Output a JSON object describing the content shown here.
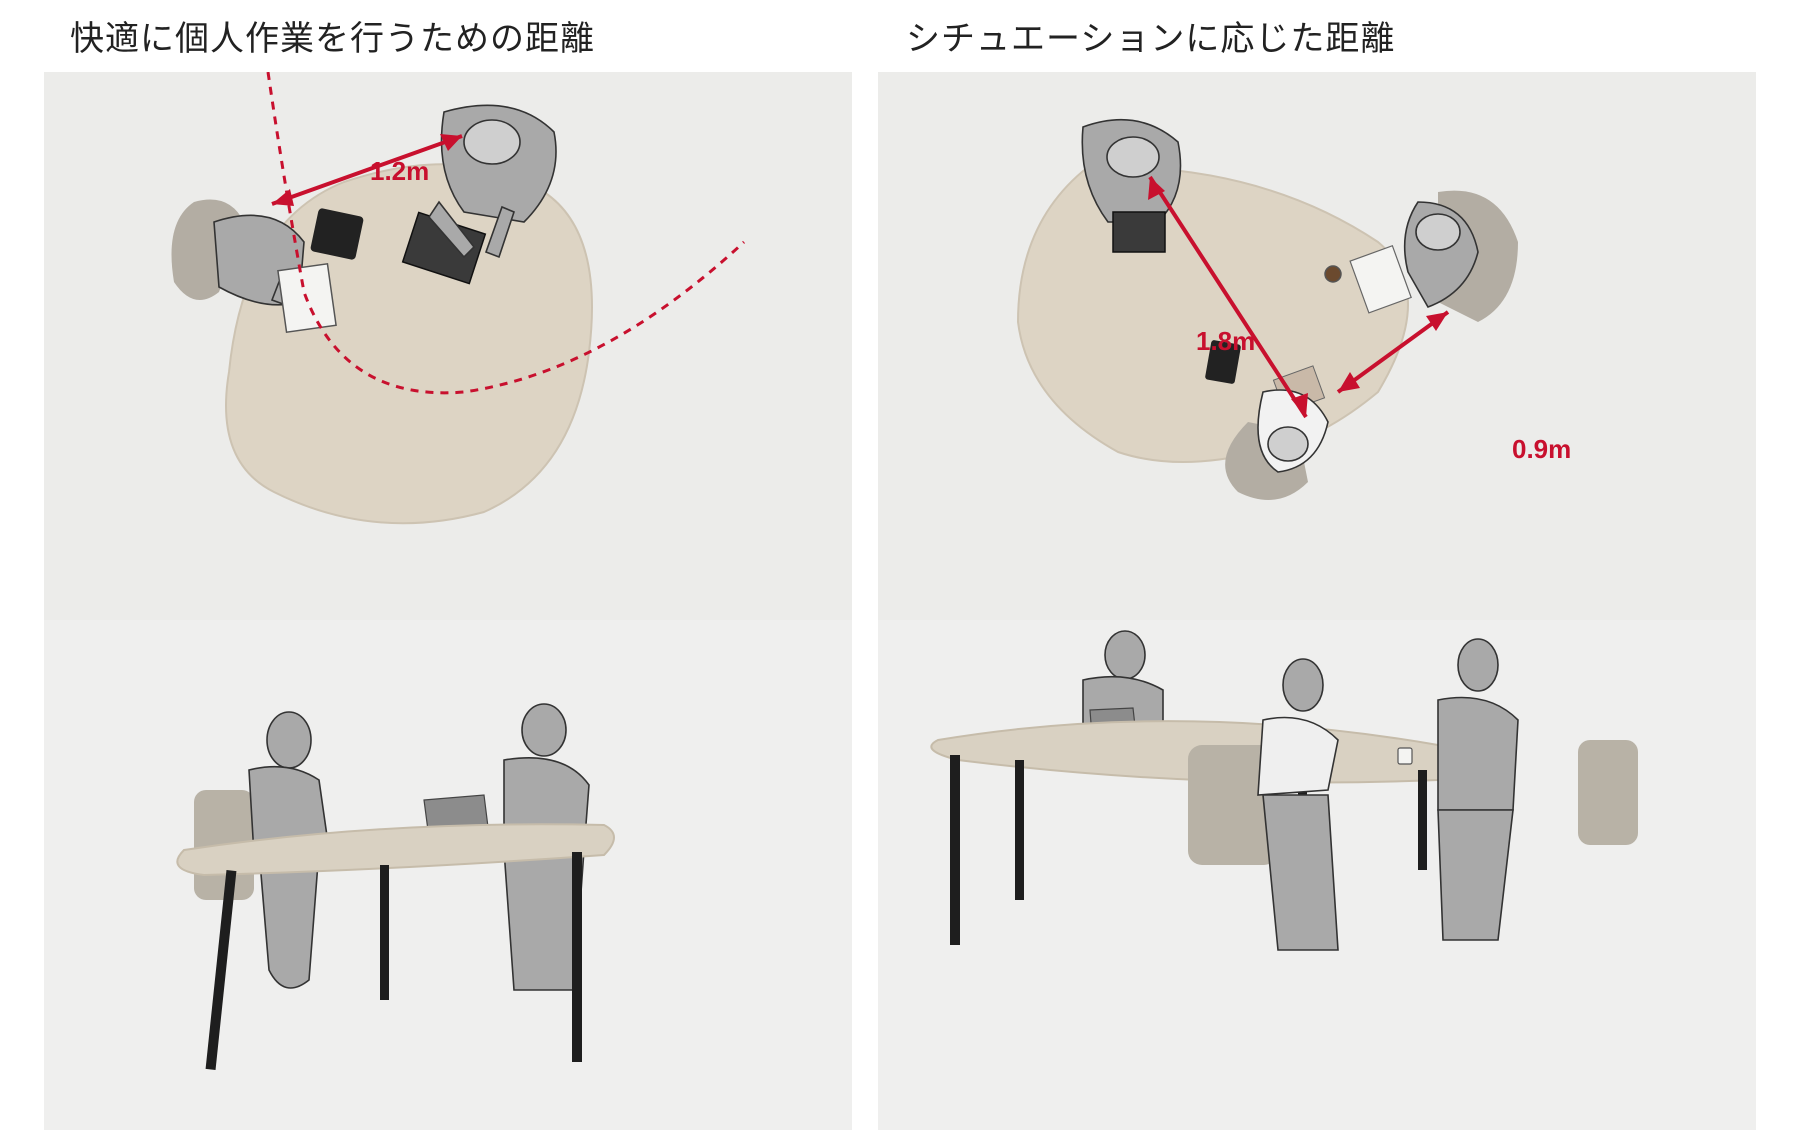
{
  "headings": {
    "left": "快適に個人作業を行うための距離",
    "right": "シチュエーションに応じた距離"
  },
  "distances": {
    "left_pair": "1.2m",
    "right_far": "1.8m",
    "right_near": "0.9m"
  },
  "colors": {
    "accent": "#c8102e",
    "table_top": "#ddd4c4",
    "figure_fill": "#a9a9a9",
    "background": "#eeeeec"
  }
}
